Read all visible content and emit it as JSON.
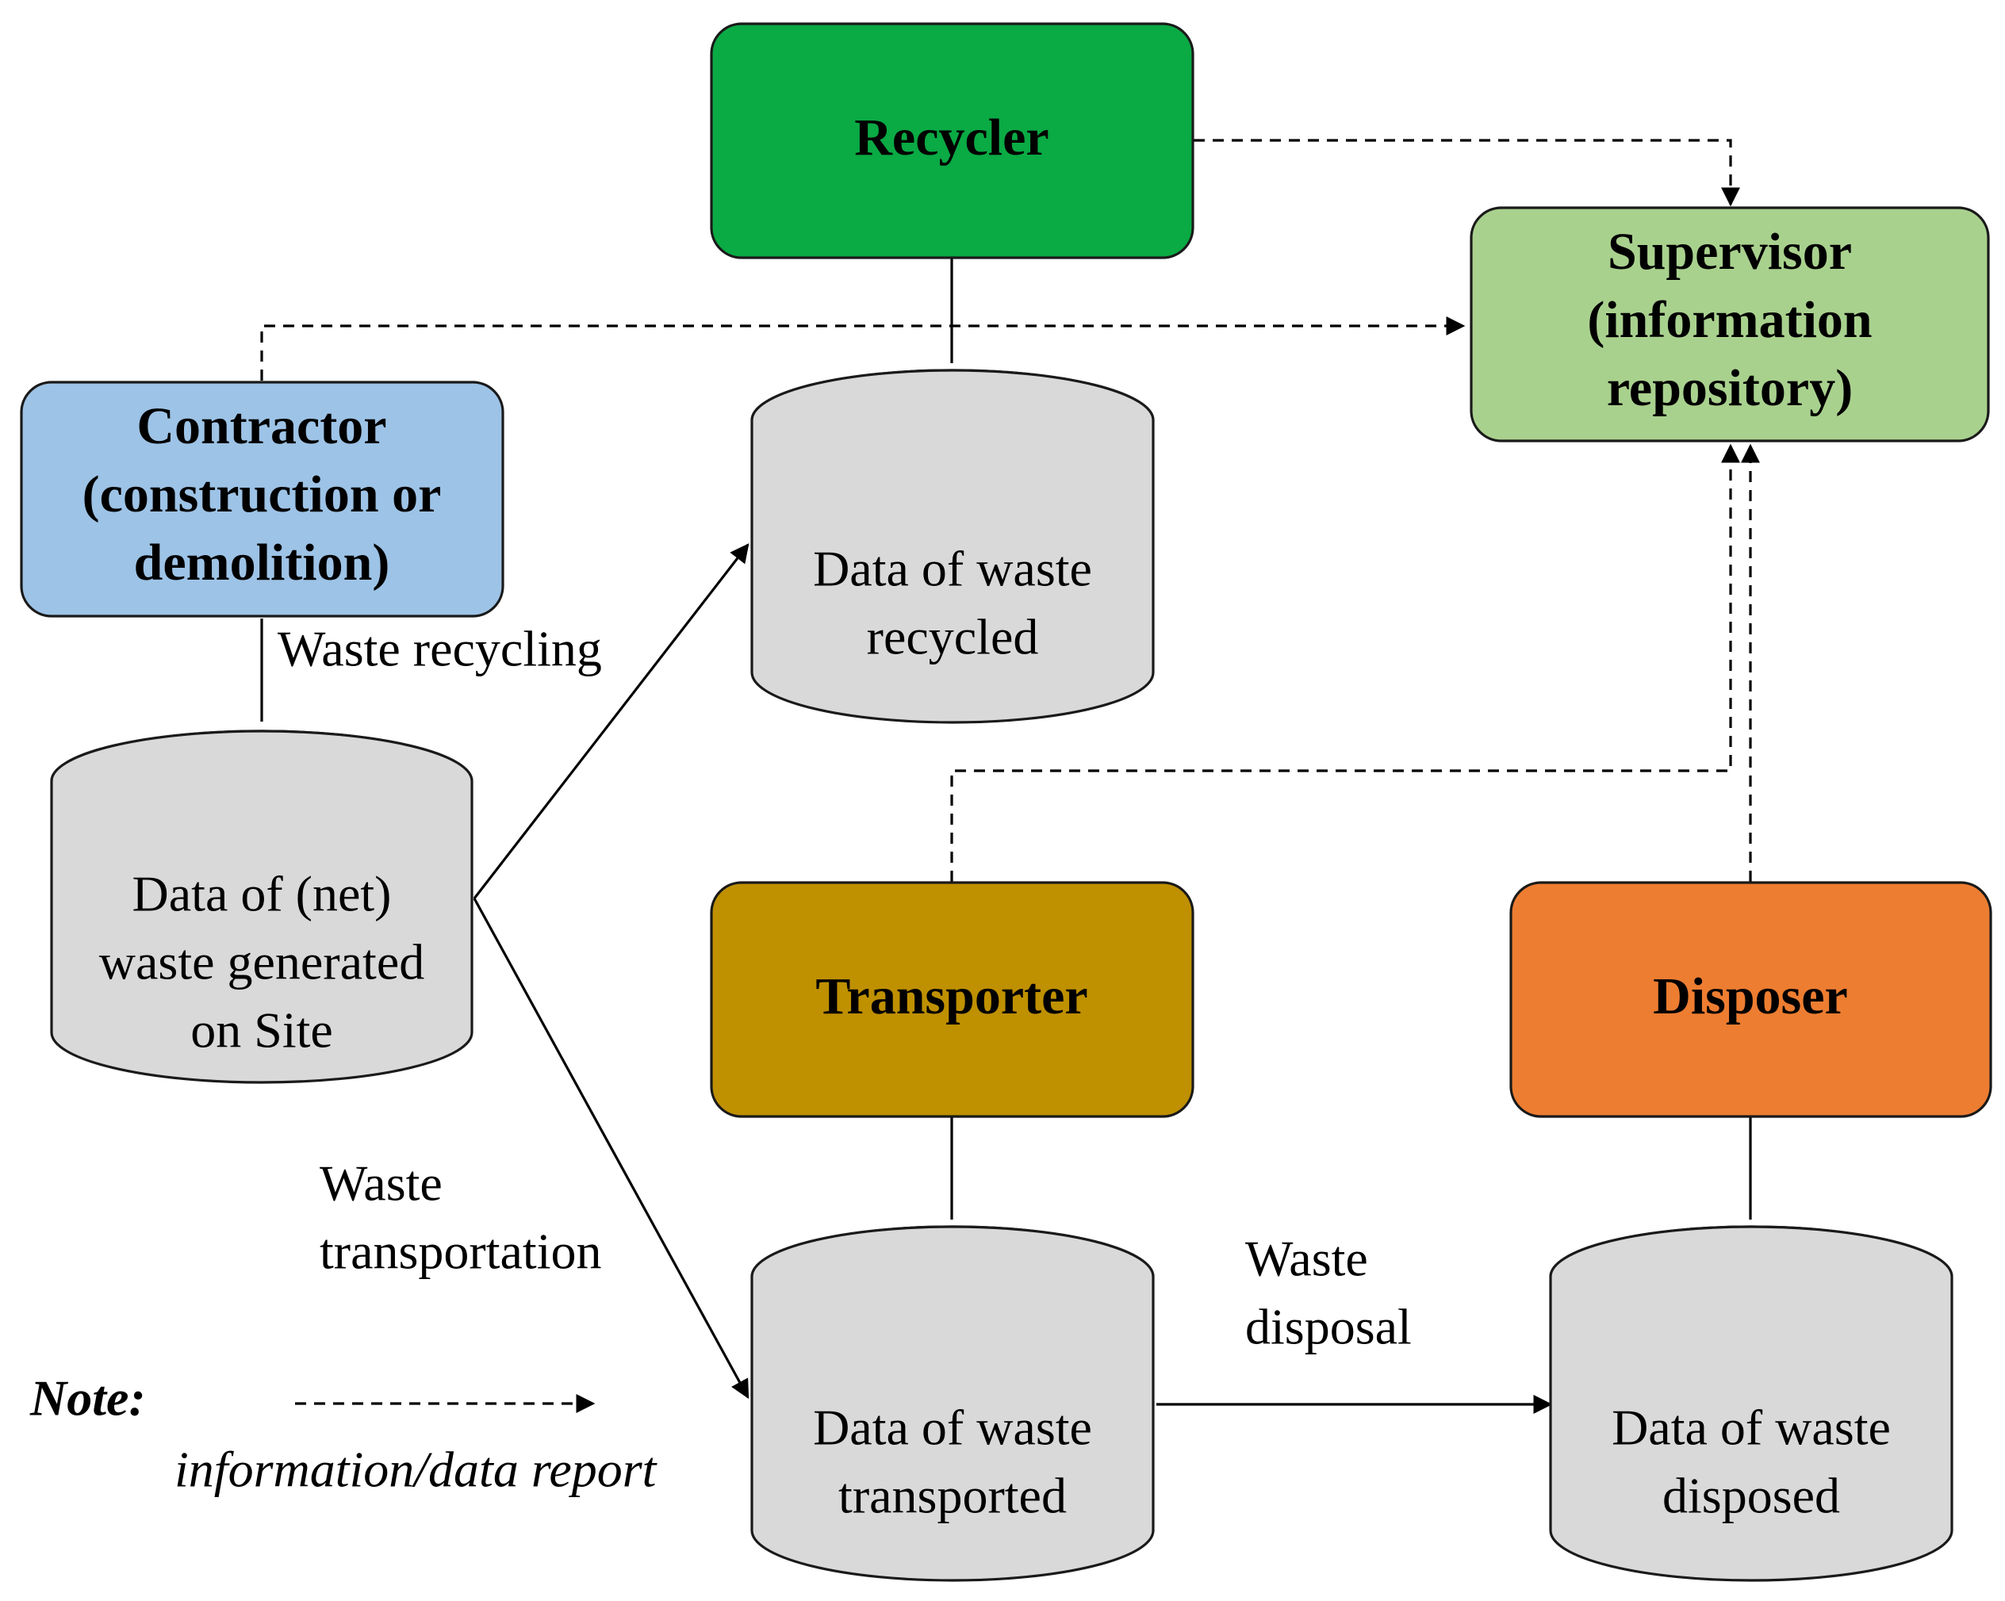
{
  "actors": {
    "recycler": {
      "lines": [
        "Recycler"
      ],
      "color": "#0aaa44"
    },
    "supervisor": {
      "lines": [
        "Supervisor",
        "(information",
        "repository)"
      ],
      "color": "#a9d18e"
    },
    "contractor": {
      "lines": [
        "Contractor",
        "(construction or",
        "demolition)"
      ],
      "color": "#9dc3e6"
    },
    "transporter": {
      "lines": [
        "Transporter"
      ],
      "color": "#bf9000"
    },
    "disposer": {
      "lines": [
        "Disposer"
      ],
      "color": "#ed7d31"
    }
  },
  "stores": {
    "site": {
      "lines": [
        "Data of (net)",
        "waste generated",
        "on Site"
      ]
    },
    "recycled": {
      "lines": [
        "Data of waste",
        "recycled"
      ]
    },
    "transported": {
      "lines": [
        "Data of waste",
        "transported"
      ]
    },
    "disposed": {
      "lines": [
        "Data of waste",
        "disposed"
      ]
    }
  },
  "flows": {
    "recycling": {
      "lines": [
        "Waste recycling"
      ]
    },
    "transportation": {
      "lines": [
        "Waste",
        "transportation"
      ]
    },
    "disposal": {
      "lines": [
        "Waste",
        "disposal"
      ]
    }
  },
  "note": {
    "title": "Note:",
    "text": "information/data report"
  }
}
